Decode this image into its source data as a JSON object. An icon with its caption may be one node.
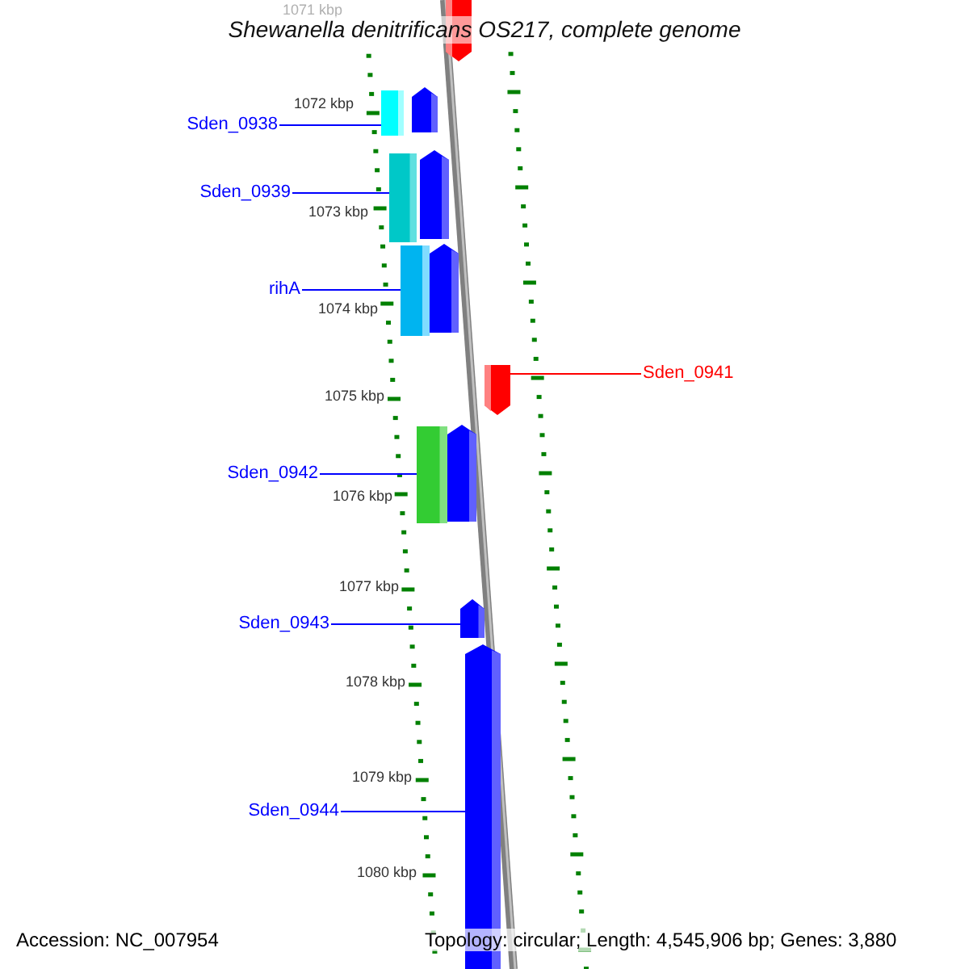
{
  "diagram": {
    "title": "Shewanella denitrificans OS217, complete genome",
    "nodes": [
      {
        "text": [],
        "shape": "pentagon"
      },
      {
        "text": [],
        "shape": "bar"
      },
      {
        "text": [],
        "shape": "pentagon"
      },
      {
        "text": [
          "Sden_0938"
        ]
      },
      {
        "text": [],
        "shape": "bar"
      },
      {
        "text": [],
        "shape": "pentagon"
      },
      {
        "text": [
          "Sden_0939"
        ]
      },
      {
        "text": [],
        "shape": "bar"
      },
      {
        "text": [],
        "shape": "pentagon"
      },
      {
        "text": [
          "rihA"
        ]
      },
      {
        "text": [],
        "shape": "pentagon"
      },
      {
        "text": [
          "Sden_0941"
        ]
      },
      {
        "text": [],
        "shape": "bar"
      },
      {
        "text": [],
        "shape": "pentagon"
      },
      {
        "text": [
          "Sden_0942"
        ]
      },
      {
        "text": [],
        "shape": "pentagon"
      },
      {
        "text": [
          "Sden_0943"
        ]
      },
      {
        "text": [],
        "shape": "pentagon"
      },
      {
        "text": [
          "Sden_0944"
        ]
      }
    ],
    "edges": [
      {
        "from": 3,
        "to": 1,
        "arrow": "none"
      },
      {
        "from": 6,
        "to": 4,
        "arrow": "none"
      },
      {
        "from": 9,
        "to": 7,
        "arrow": "none"
      },
      {
        "from": 11,
        "to": 10,
        "arrow": "none",
        "color": "#ff0000"
      },
      {
        "from": 14,
        "to": 12,
        "arrow": "none"
      },
      {
        "from": 16,
        "to": 15,
        "arrow": "none"
      },
      {
        "from": 18,
        "to": 17,
        "arrow": "none"
      }
    ],
    "labels": [
      "1071 kbp",
      "1072 kbp",
      "1073 kbp",
      "1074 kbp",
      "1075 kbp",
      "1076 kbp",
      "1077 kbp",
      "1078 kbp",
      "1079 kbp",
      "1080 kbp",
      "Accession: NC_007954",
      "Topology: circular; Length: 4,545,906 bp; Genes: 3,880"
    ]
  }
}
